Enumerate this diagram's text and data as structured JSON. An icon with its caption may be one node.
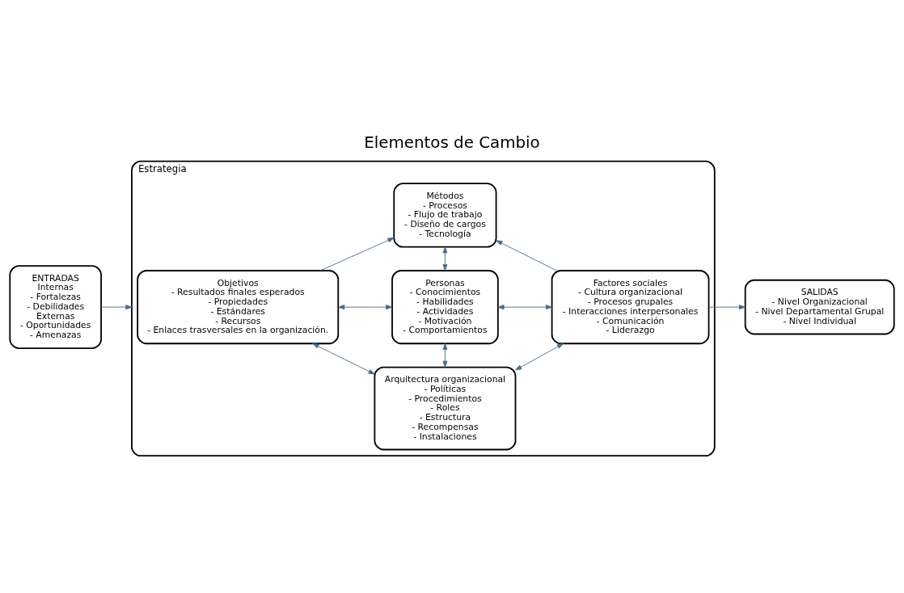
{
  "diagram": {
    "title": "Elementos de Cambio",
    "nodes": [
      {
        "text": [
          "ENTRADAS",
          "Internas",
          "- Fortalezas",
          "- Debilidades",
          "Externas",
          "- Oportunidades",
          "- Amenazas"
        ]
      },
      {
        "text": [
          "Estrategia"
        ]
      },
      {
        "text": [
          "Arquitectura organizacional",
          "- Políticas",
          "- Procedimientos",
          "- Roles",
          "- Estructura",
          "- Recompensas",
          "- Instalaciones"
        ],
        "in": 1
      },
      {
        "text": [
          "Objetivos",
          "- Resultados finales esperados",
          "- Propiedades",
          "- Estándares",
          "- Recursos",
          "- Enlaces trasversales en la organización."
        ],
        "in": 1
      },
      {
        "text": [
          "Personas",
          "- Conocimientos",
          "- Habilidades",
          "- Actividades",
          "- Motivación",
          "- Comportamientos"
        ],
        "in": 1
      },
      {
        "text": [
          "Factores sociales",
          "- Cultura organizacional",
          "- Procesos grupales",
          "- Interacciones interpersonales",
          "- Comunicación",
          "- Liderazgo"
        ],
        "in": 1
      },
      {
        "text": [
          "Métodos",
          "- Procesos",
          "- Flujo de trabajo",
          "- Diseño de cargos",
          "- Tecnología"
        ],
        "in": 1
      },
      {
        "text": [
          "SALIDAS",
          "- Nivel Organizacional",
          "- Nivel Departamental Grupal",
          "- Nivel Individual"
        ]
      }
    ],
    "edges": [
      {
        "from": 0,
        "to": 1,
        "arrow": "to"
      },
      {
        "from": 3,
        "to": 2,
        "arrow": "both"
      },
      {
        "from": 2,
        "to": 4,
        "arrow": "both"
      },
      {
        "from": 2,
        "to": 5,
        "arrow": "both"
      },
      {
        "from": 3,
        "to": 4,
        "arrow": "both"
      },
      {
        "from": 4,
        "to": 5,
        "arrow": "both"
      },
      {
        "from": 4,
        "to": 6,
        "arrow": "both"
      },
      {
        "from": 3,
        "to": 6,
        "arrow": "to"
      },
      {
        "from": 5,
        "to": 6,
        "arrow": "to"
      },
      {
        "from": 5,
        "to": 7,
        "arrow": "to"
      }
    ]
  }
}
